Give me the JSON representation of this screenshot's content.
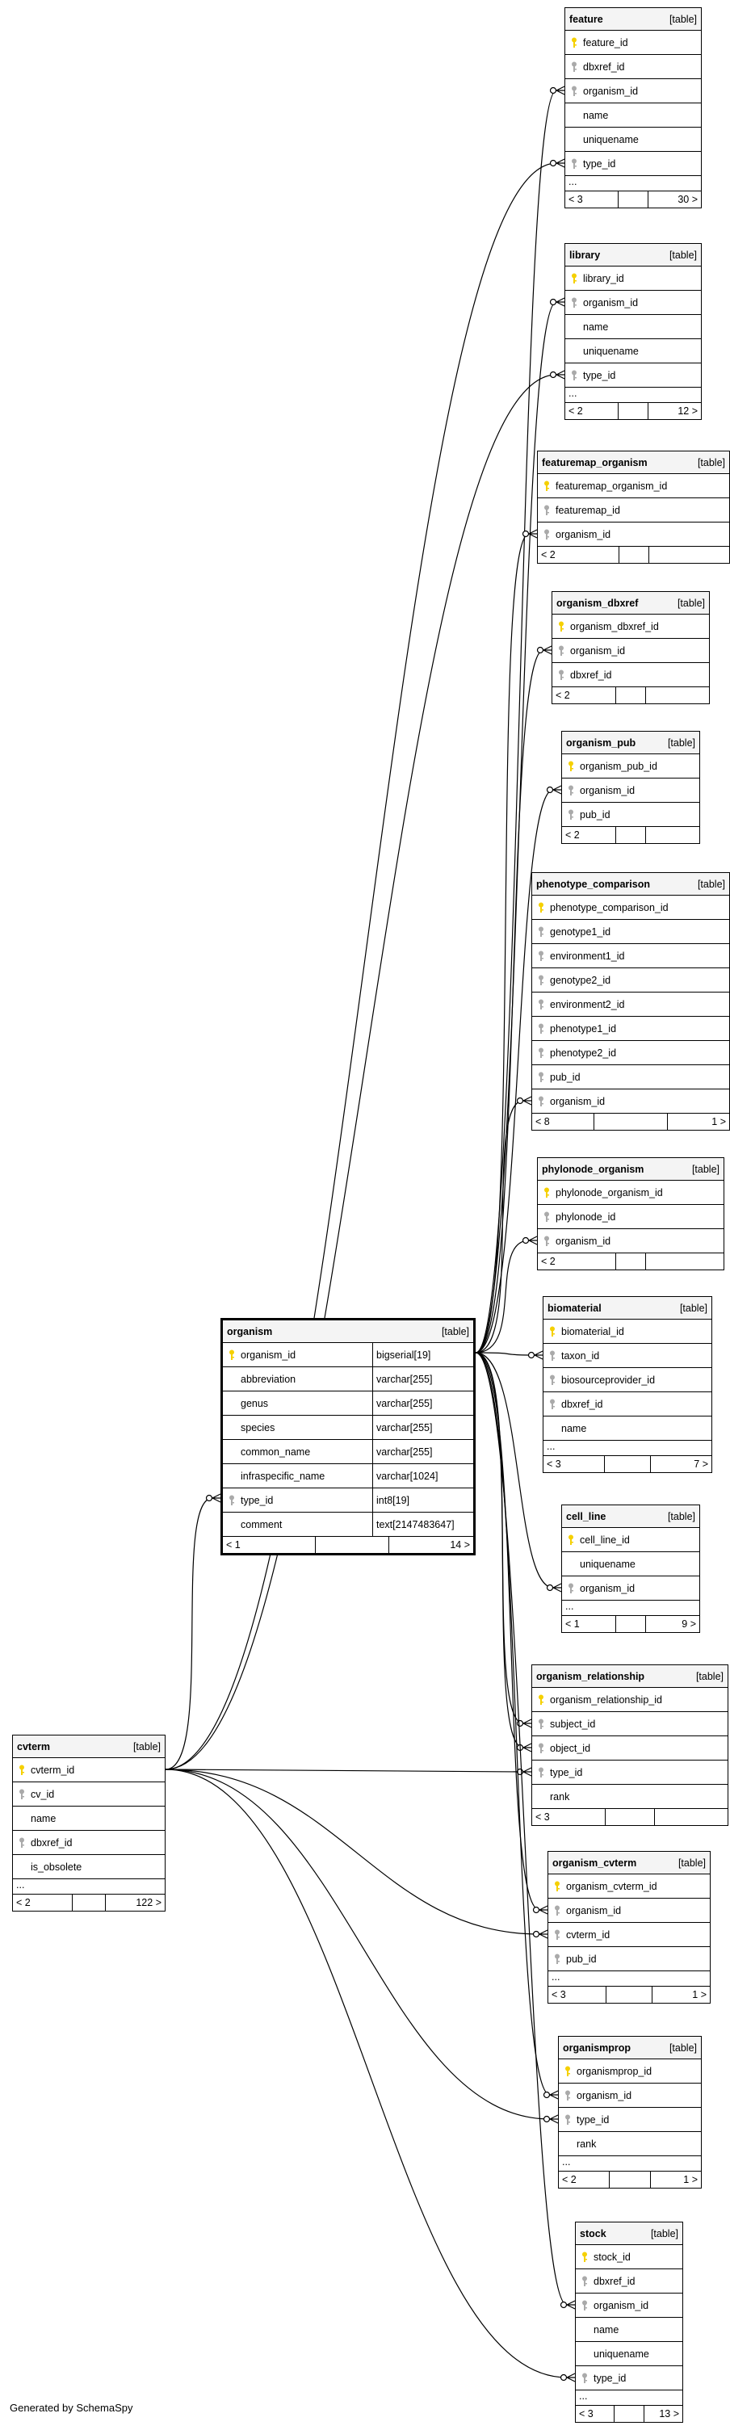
{
  "kind_label": "[table]",
  "more_label": "...",
  "footer_text": "Generated by SchemaSpy",
  "colors": {
    "key_primary": "#f5d000",
    "key_foreign": "#aaaaaa",
    "header_bg": "#f4f4f4",
    "line": "#000000"
  },
  "tables": {
    "feature": {
      "name": "feature",
      "columns": [
        {
          "name": "feature_id",
          "key": "pk"
        },
        {
          "name": "dbxref_id",
          "key": "fk"
        },
        {
          "name": "organism_id",
          "key": "fk"
        },
        {
          "name": "name",
          "key": ""
        },
        {
          "name": "uniquename",
          "key": ""
        },
        {
          "name": "type_id",
          "key": "fk"
        }
      ],
      "more": true,
      "parents": "< 3",
      "children": "30 >"
    },
    "library": {
      "name": "library",
      "columns": [
        {
          "name": "library_id",
          "key": "pk"
        },
        {
          "name": "organism_id",
          "key": "fk"
        },
        {
          "name": "name",
          "key": ""
        },
        {
          "name": "uniquename",
          "key": ""
        },
        {
          "name": "type_id",
          "key": "fk"
        }
      ],
      "more": true,
      "parents": "< 2",
      "children": "12 >"
    },
    "featuremap_organism": {
      "name": "featuremap_organism",
      "columns": [
        {
          "name": "featuremap_organism_id",
          "key": "pk"
        },
        {
          "name": "featuremap_id",
          "key": "fk"
        },
        {
          "name": "organism_id",
          "key": "fk"
        }
      ],
      "more": false,
      "parents": "< 2",
      "children": ""
    },
    "organism_dbxref": {
      "name": "organism_dbxref",
      "columns": [
        {
          "name": "organism_dbxref_id",
          "key": "pk"
        },
        {
          "name": "organism_id",
          "key": "fk"
        },
        {
          "name": "dbxref_id",
          "key": "fk"
        }
      ],
      "more": false,
      "parents": "< 2",
      "children": ""
    },
    "organism_pub": {
      "name": "organism_pub",
      "columns": [
        {
          "name": "organism_pub_id",
          "key": "pk"
        },
        {
          "name": "organism_id",
          "key": "fk"
        },
        {
          "name": "pub_id",
          "key": "fk"
        }
      ],
      "more": false,
      "parents": "< 2",
      "children": ""
    },
    "phenotype_comparison": {
      "name": "phenotype_comparison",
      "columns": [
        {
          "name": "phenotype_comparison_id",
          "key": "pk"
        },
        {
          "name": "genotype1_id",
          "key": "fk"
        },
        {
          "name": "environment1_id",
          "key": "fk"
        },
        {
          "name": "genotype2_id",
          "key": "fk"
        },
        {
          "name": "environment2_id",
          "key": "fk"
        },
        {
          "name": "phenotype1_id",
          "key": "fk"
        },
        {
          "name": "phenotype2_id",
          "key": "fk"
        },
        {
          "name": "pub_id",
          "key": "fk"
        },
        {
          "name": "organism_id",
          "key": "fk"
        }
      ],
      "more": false,
      "parents": "< 8",
      "children": "1 >"
    },
    "phylonode_organism": {
      "name": "phylonode_organism",
      "columns": [
        {
          "name": "phylonode_organism_id",
          "key": "pk"
        },
        {
          "name": "phylonode_id",
          "key": "fk"
        },
        {
          "name": "organism_id",
          "key": "fk"
        }
      ],
      "more": false,
      "parents": "< 2",
      "children": ""
    },
    "organism": {
      "name": "organism",
      "columns": [
        {
          "name": "organism_id",
          "key": "pk",
          "type": "bigserial[19]"
        },
        {
          "name": "abbreviation",
          "key": "",
          "type": "varchar[255]"
        },
        {
          "name": "genus",
          "key": "",
          "type": "varchar[255]"
        },
        {
          "name": "species",
          "key": "",
          "type": "varchar[255]"
        },
        {
          "name": "common_name",
          "key": "",
          "type": "varchar[255]"
        },
        {
          "name": "infraspecific_name",
          "key": "",
          "type": "varchar[1024]"
        },
        {
          "name": "type_id",
          "key": "fk",
          "type": "int8[19]"
        },
        {
          "name": "comment",
          "key": "",
          "type": "text[2147483647]"
        }
      ],
      "more": false,
      "parents": "< 1",
      "children": "14 >"
    },
    "biomaterial": {
      "name": "biomaterial",
      "columns": [
        {
          "name": "biomaterial_id",
          "key": "pk"
        },
        {
          "name": "taxon_id",
          "key": "fk"
        },
        {
          "name": "biosourceprovider_id",
          "key": "fk"
        },
        {
          "name": "dbxref_id",
          "key": "fk"
        },
        {
          "name": "name",
          "key": ""
        }
      ],
      "more": true,
      "parents": "< 3",
      "children": "7 >"
    },
    "cell_line": {
      "name": "cell_line",
      "columns": [
        {
          "name": "cell_line_id",
          "key": "pk"
        },
        {
          "name": "uniquename",
          "key": ""
        },
        {
          "name": "organism_id",
          "key": "fk"
        }
      ],
      "more": true,
      "parents": "< 1",
      "children": "9 >"
    },
    "organism_relationship": {
      "name": "organism_relationship",
      "columns": [
        {
          "name": "organism_relationship_id",
          "key": "pk"
        },
        {
          "name": "subject_id",
          "key": "fk"
        },
        {
          "name": "object_id",
          "key": "fk"
        },
        {
          "name": "type_id",
          "key": "fk"
        },
        {
          "name": "rank",
          "key": ""
        }
      ],
      "more": false,
      "parents": "< 3",
      "children": ""
    },
    "organism_cvterm": {
      "name": "organism_cvterm",
      "columns": [
        {
          "name": "organism_cvterm_id",
          "key": "pk"
        },
        {
          "name": "organism_id",
          "key": "fk"
        },
        {
          "name": "cvterm_id",
          "key": "fk"
        },
        {
          "name": "pub_id",
          "key": "fk"
        }
      ],
      "more": true,
      "parents": "< 3",
      "children": "1 >"
    },
    "organismprop": {
      "name": "organismprop",
      "columns": [
        {
          "name": "organismprop_id",
          "key": "pk"
        },
        {
          "name": "organism_id",
          "key": "fk"
        },
        {
          "name": "type_id",
          "key": "fk"
        },
        {
          "name": "rank",
          "key": ""
        }
      ],
      "more": true,
      "parents": "< 2",
      "children": "1 >"
    },
    "stock": {
      "name": "stock",
      "columns": [
        {
          "name": "stock_id",
          "key": "pk"
        },
        {
          "name": "dbxref_id",
          "key": "fk"
        },
        {
          "name": "organism_id",
          "key": "fk"
        },
        {
          "name": "name",
          "key": ""
        },
        {
          "name": "uniquename",
          "key": ""
        },
        {
          "name": "type_id",
          "key": "fk"
        }
      ],
      "more": true,
      "parents": "< 3",
      "children": "13 >"
    },
    "cvterm": {
      "name": "cvterm",
      "columns": [
        {
          "name": "cvterm_id",
          "key": "pk"
        },
        {
          "name": "cv_id",
          "key": "fk"
        },
        {
          "name": "name",
          "key": ""
        },
        {
          "name": "dbxref_id",
          "key": "fk"
        },
        {
          "name": "is_obsolete",
          "key": ""
        }
      ],
      "more": true,
      "parents": "< 2",
      "children": "122 >"
    }
  },
  "relationships": [
    {
      "from": "organism.organism_id",
      "to": "feature.organism_id"
    },
    {
      "from": "cvterm.cvterm_id",
      "to": "feature.type_id"
    },
    {
      "from": "organism.organism_id",
      "to": "library.organism_id"
    },
    {
      "from": "cvterm.cvterm_id",
      "to": "library.type_id"
    },
    {
      "from": "organism.organism_id",
      "to": "featuremap_organism.organism_id"
    },
    {
      "from": "organism.organism_id",
      "to": "organism_dbxref.organism_id"
    },
    {
      "from": "organism.organism_id",
      "to": "organism_pub.organism_id"
    },
    {
      "from": "organism.organism_id",
      "to": "phenotype_comparison.organism_id"
    },
    {
      "from": "organism.organism_id",
      "to": "phylonode_organism.organism_id"
    },
    {
      "from": "organism.organism_id",
      "to": "biomaterial.taxon_id"
    },
    {
      "from": "organism.organism_id",
      "to": "cell_line.organism_id"
    },
    {
      "from": "organism.organism_id",
      "to": "organism_relationship.subject_id"
    },
    {
      "from": "organism.organism_id",
      "to": "organism_relationship.object_id"
    },
    {
      "from": "cvterm.cvterm_id",
      "to": "organism_relationship.type_id"
    },
    {
      "from": "organism.organism_id",
      "to": "organism_cvterm.organism_id"
    },
    {
      "from": "cvterm.cvterm_id",
      "to": "organism_cvterm.cvterm_id"
    },
    {
      "from": "organism.organism_id",
      "to": "organismprop.organism_id"
    },
    {
      "from": "cvterm.cvterm_id",
      "to": "organismprop.type_id"
    },
    {
      "from": "organism.organism_id",
      "to": "stock.organism_id"
    },
    {
      "from": "cvterm.cvterm_id",
      "to": "stock.type_id"
    },
    {
      "from": "cvterm.cvterm_id",
      "to": "organism.type_id"
    }
  ]
}
